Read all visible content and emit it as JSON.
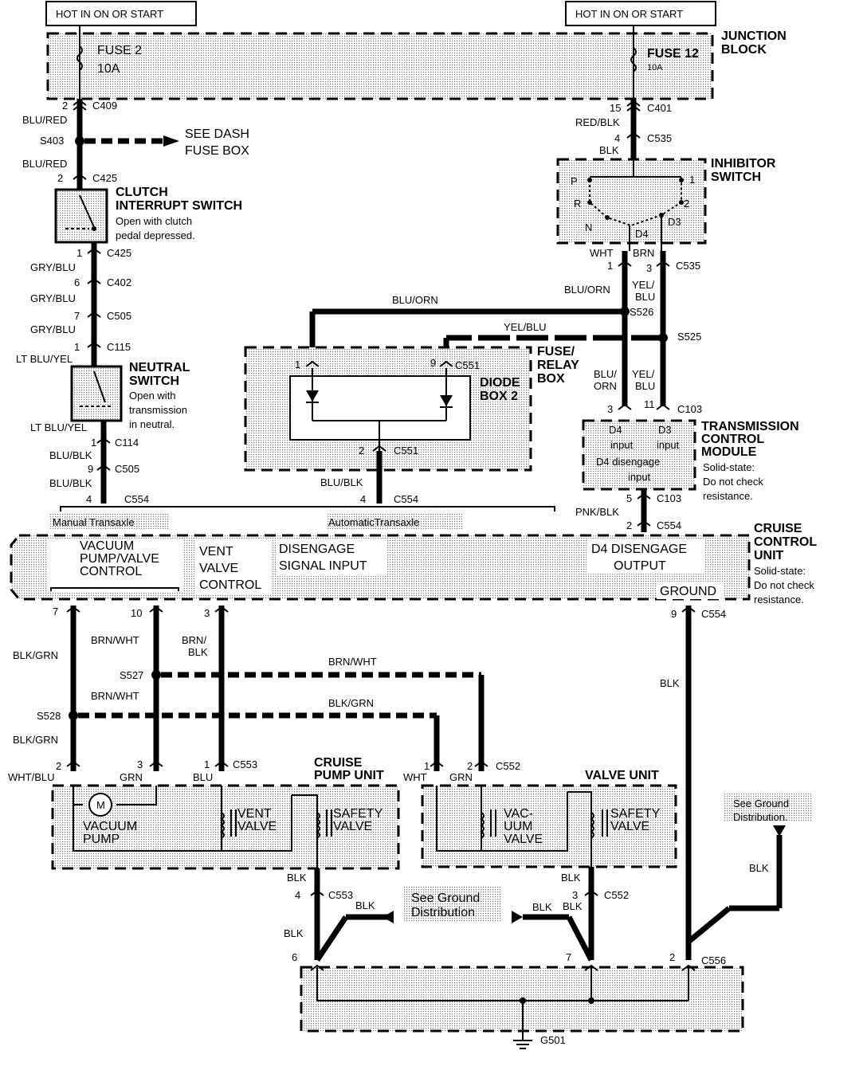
{
  "header": {
    "hot_left": "HOT IN ON OR START",
    "hot_right": "HOT IN ON OR START"
  },
  "junction_block": {
    "title_1": "JUNCTION",
    "title_2": "BLOCK",
    "fuse2_name": "FUSE 2",
    "fuse2_rating": "10A",
    "fuse12_name": "FUSE 12",
    "fuse12_rating": "10A"
  },
  "left_branch": {
    "c409_pin": "2",
    "c409": "C409",
    "wire_blu_red_1": "BLU/RED",
    "s403": "S403",
    "see_dash_1": "SEE DASH",
    "see_dash_2": "FUSE BOX",
    "wire_blu_red_2": "BLU/RED",
    "c425_pin_top": "2",
    "c425_top": "C425",
    "clutch_title_1": "CLUTCH",
    "clutch_title_2": "INTERRUPT SWITCH",
    "clutch_note_1": "Open with clutch",
    "clutch_note_2": "pedal depressed.",
    "c425_pin_bot": "1",
    "c425_bot": "C425",
    "wire_gry_blu_1": "GRY/BLU",
    "c402_pin": "6",
    "c402": "C402",
    "wire_gry_blu_2": "GRY/BLU",
    "c505_pin_top": "7",
    "c505_top": "C505",
    "wire_gry_blu_3": "GRY/BLU",
    "c115_pin": "1",
    "c115": "C115",
    "wire_lt_blu_yel_1": "LT BLU/YEL",
    "neutral_title_1": "NEUTRAL",
    "neutral_title_2": "SWITCH",
    "neutral_note_1": "Open with",
    "neutral_note_2": "transmission",
    "neutral_note_3": "in neutral.",
    "wire_lt_blu_yel_2": "LT BLU/YEL",
    "c114_pin": "1",
    "c114": "C114",
    "wire_blu_blk_1": "BLU/BLK",
    "c505_pin_bot": "9",
    "c505_bot": "C505",
    "wire_blu_blk_2": "BLU/BLK",
    "c554_pin_left": "4",
    "c554_left": "C554",
    "manual": "Manual Transaxle"
  },
  "right_branch": {
    "c401_pin": "15",
    "c401": "C401",
    "wire_red_blk": "RED/BLK",
    "c535_pin_top": "4",
    "c535_top": "C535",
    "wire_blk": "BLK",
    "inhibitor_1": "INHIBITOR",
    "inhibitor_2": "SWITCH",
    "pos_p": "P",
    "pos_1": "1",
    "pos_r": "R",
    "pos_2": "2",
    "pos_n": "N",
    "pos_d3": "D3",
    "pos_d4": "D4",
    "wire_wht": "WHT",
    "wire_brn": "BRN",
    "c535_pin_1": "1",
    "c535_pin_3": "3",
    "c535_bot": "C535",
    "wire_blu_orn_v": "BLU/ORN",
    "wire_yel_blu_v1": "YEL/",
    "wire_yel_blu_v2": "BLU",
    "s526": "S526",
    "s525": "S525",
    "wire_blu_orn_h": "BLU/ORN",
    "wire_yel_blu_h": "YEL/BLU",
    "wire_blu_orn_2a": "BLU/",
    "wire_blu_orn_2b": "ORN",
    "wire_yel_blu_2a": "YEL/",
    "wire_yel_blu_2b": "BLU",
    "c103_pin_3": "3",
    "c103_pin_11": "11",
    "c103_top": "C103",
    "tcm_1": "TRANSMISSION",
    "tcm_2": "CONTROL",
    "tcm_3": "MODULE",
    "tcm_note_1": "Solid-state:",
    "tcm_note_2": "Do not check",
    "tcm_note_3": "resistance.",
    "d4_input_1": "D4",
    "d4_input_2": "input",
    "d3_input_1": "D3",
    "d3_input_2": "input",
    "d4_dis_1": "D4 disengage",
    "d4_dis_2": "input",
    "c103_pin_5": "5",
    "c103_bot": "C103",
    "wire_pnk_blk": "PNK/BLK",
    "c554_pin_2": "2",
    "c554_right": "C554"
  },
  "fuse_relay": {
    "title_1": "FUSE/",
    "title_2": "RELAY",
    "title_3": "BOX",
    "diode_1": "DIODE",
    "diode_2": "BOX 2",
    "c551_pin_1": "1",
    "c551_pin_9": "9",
    "c551_top": "C551",
    "c551_pin_2": "2",
    "c551_bot": "C551",
    "wire_blu_blk": "BLU/BLK",
    "c554_pin_mid": "4",
    "c554_mid": "C554",
    "automatic": "AutomaticTransaxle"
  },
  "cruise_unit": {
    "title_1": "CRUISE",
    "title_2": "CONTROL",
    "title_3": "UNIT",
    "note_1": "Solid-state:",
    "note_2": "Do not check",
    "note_3": "resistance.",
    "vac_1": "VACUUM",
    "vac_2": "PUMP/VALVE",
    "vac_3": "CONTROL",
    "vent_1": "VENT",
    "vent_2": "VALVE",
    "vent_3": "CONTROL",
    "dis_1": "DISENGAGE",
    "dis_2": "SIGNAL INPUT",
    "d4out_1": "D4 DISENGAGE",
    "d4out_2": "OUTPUT",
    "ground": "GROUND"
  },
  "lower": {
    "pin_7": "7",
    "pin_10": "10",
    "pin_3": "3",
    "pin_9": "9",
    "c554": "C554",
    "wire_blk_grn_1": "BLK/GRN",
    "wire_brn_wht_1": "BRN/WHT",
    "wire_brn_blk_1": "BRN/",
    "wire_brn_blk_2": "BLK",
    "s527": "S527",
    "wire_brn_wht_h": "BRN/WHT",
    "wire_brn_wht_2": "BRN/WHT",
    "s528": "S528",
    "wire_blk_grn_h": "BLK/GRN",
    "wire_blk_grn_2": "BLK/GRN",
    "wire_blk_r": "BLK",
    "c553_pin_2": "2",
    "c553_pin_3": "3",
    "c553_pin_1": "1",
    "c553": "C553",
    "wire_wht_blu": "WHT/BLU",
    "wire_grn": "GRN",
    "wire_blu": "BLU",
    "cruise_pump_1": "CRUISE",
    "cruise_pump_2": "PUMP UNIT",
    "motor": "M",
    "vacuum_pump_1": "VACUUM",
    "vacuum_pump_2": "PUMP",
    "vent_valve_1": "VENT",
    "vent_valve_2": "VALVE",
    "safety_valve_1": "SAFETY",
    "safety_valve_2": "VALVE",
    "c552_pin_1": "1",
    "c552_pin_2": "2",
    "c552": "C552",
    "wire_wht": "WHT",
    "wire_grn2": "GRN",
    "valve_unit": "VALVE UNIT",
    "vacuum_valve_1": "VAC-",
    "vacuum_valve_2": "UUM",
    "vacuum_valve_3": "VALVE",
    "safety_valve2_1": "SAFETY",
    "safety_valve2_2": "VALVE",
    "see_ground_r1": "See Ground",
    "see_ground_r2": "Distribution.",
    "wire_blk_gr": "BLK",
    "wire_blk_l1": "BLK",
    "c553_pin_4": "4",
    "c553_b": "C553",
    "wire_blk_l2": "BLK",
    "wire_blk_l3": "BLK",
    "see_ground_m1": "See Ground",
    "see_ground_m2": "Distribution",
    "wire_blk_m": "BLK",
    "wire_blk_v1": "BLK",
    "c552_pin_3": "3",
    "c552_b": "C552",
    "wire_blk_v2": "BLK",
    "c556_pin_6": "6",
    "c556_pin_7": "7",
    "c556_pin_2": "2",
    "c556": "C556",
    "g501": "G501"
  }
}
